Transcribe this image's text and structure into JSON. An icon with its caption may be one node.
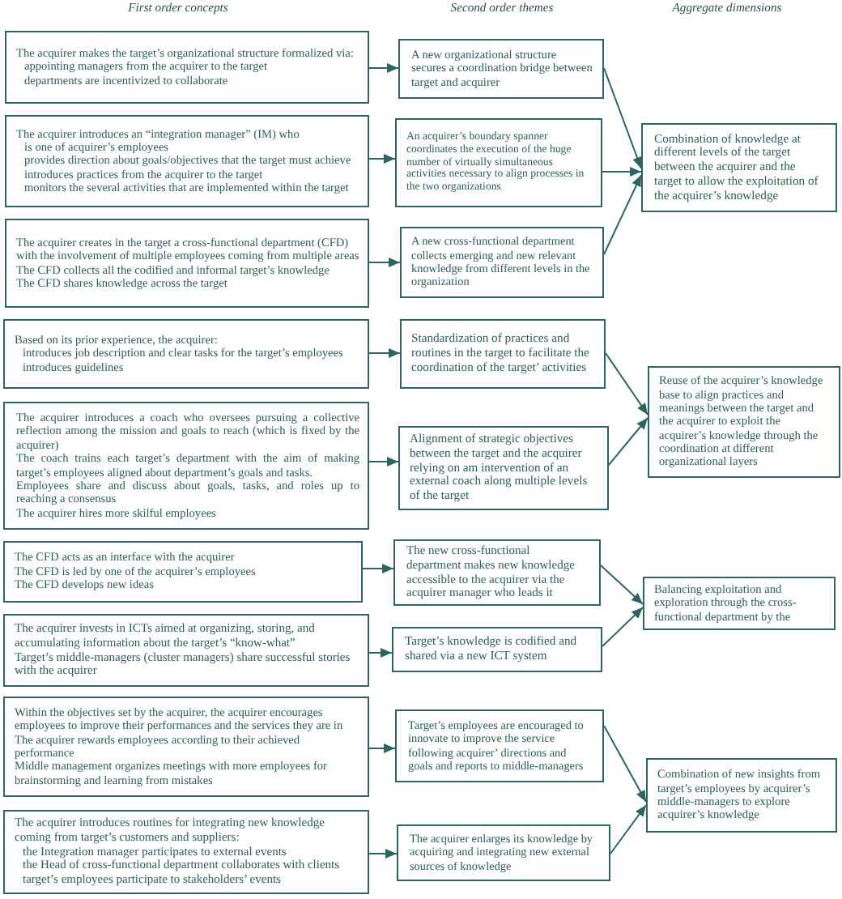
{
  "diagram": {
    "nodes": [
      {
        "text": [
          "The acquirer makes the target’s organizational structure formalized via:",
          "appointing managers from the acquirer to the target",
          "departments are incentivized to collaborate"
        ]
      },
      {
        "text": [
          "The acquirer introduces an “integration manager” (IM) who",
          "is one of acquirer’s employees",
          "provides direction about goals/objectives that the target must achieve",
          "introduces practices from the acquirer to the target",
          "monitors the several activities that are implemented within the target"
        ]
      },
      {
        "text": [
          "The acquirer creates in the target a cross-functional department (CFD) with the involvement of multiple employees coming from multiple areas",
          "The CFD collects all the codified and informal target’s knowledge",
          "The CFD shares knowledge across the target"
        ]
      },
      {
        "text": [
          "Based on its prior experience, the acquirer:",
          "introduces job description and clear tasks for the target’s employees",
          "introduces guidelines"
        ]
      },
      {
        "text": [
          "The acquirer introduces a coach who oversees pursuing a collective reflection among the mission and goals to reach (which is fixed by the acquirer)",
          "The coach trains each target’s department with the aim of making target’s employees aligned about department’s goals and tasks.",
          "Employees share and discuss about goals, tasks, and roles up to reaching a consensus",
          "The acquirer hires more skilful employees"
        ]
      },
      {
        "text": [
          "The CFD acts as an interface with the acquirer",
          "The CFD is led by one of the acquirer’s employees",
          "The CFD develops new ideas"
        ]
      },
      {
        "text": [
          "The acquirer invests in ICTs aimed at organizing, storing, and accumulating information about the target’s “know-what”",
          "Target’s middle-managers (cluster managers) share successful stories with the acquirer"
        ]
      },
      {
        "text": [
          "Within the objectives set by the acquirer, the acquirer encourages employees to improve their performances and the services they are in",
          "The acquirer rewards employees according to their achieved performance",
          "Middle management organizes meetings with more employees for brainstorming and learning from mistakes"
        ]
      },
      {
        "text": [
          "The acquirer introduces routines for integrating new knowledge coming from target’s customers and suppliers:",
          "the Integration manager participates to external events",
          "the Head of cross-functional department collaborates with clients",
          "target’s employees participate to stakeholders’ events"
        ]
      },
      {
        "text": [
          "A new organizational structure secures a coordination bridge between target and acquirer"
        ]
      },
      {
        "text": [
          "An acquirer’s boundary spanner coordinates the execution of the huge number of virtually simultaneous activities necessary to align processes in the two organizations"
        ]
      },
      {
        "text": [
          "A new cross-functional department collects emerging and new relevant knowledge from different levels in the organization"
        ]
      },
      {
        "text": [
          "Standardization of practices and routines in the target to facilitate the coordination of the target’ activities"
        ]
      },
      {
        "text": [
          "Alignment of strategic objectives between the target and the acquirer relying on am intervention of an external coach along multiple levels of the target"
        ]
      },
      {
        "text": [
          "The new cross-functional department makes new knowledge accessible to the acquirer via the acquirer manager who leads it"
        ]
      },
      {
        "text": [
          "Target’s knowledge is codified and shared via a new ICT system"
        ]
      },
      {
        "text": [
          "Target’s employees are encouraged to innovate to improve the service following acquirer’ directions and goals and reports to middle-managers"
        ]
      },
      {
        "text": [
          "The acquirer enlarges its knowledge by acquiring and integrating new external sources of knowledge"
        ]
      },
      {
        "text": [
          "Combination of knowledge at different levels of the target between the acquirer and the target to allow the exploitation of the acquirer’s knowledge"
        ]
      },
      {
        "text": [
          "Reuse of the acquirer’s knowledge base to align practices and meanings between the target and the acquirer to exploit the acquirer’s knowledge through the coordination at different organizational layers"
        ]
      },
      {
        "text": [
          "Balancing exploitation and exploration through the cross-functional department by the"
        ]
      },
      {
        "text": [
          "Combination of new insights from target’s employees by acquirer’s middle-managers to explore acquirer’s knowledge"
        ]
      }
    ],
    "edges": [
      {
        "from": 0,
        "to": 9,
        "arrow": "to"
      },
      {
        "from": 1,
        "to": 10,
        "arrow": "to"
      },
      {
        "from": 2,
        "to": 11,
        "arrow": "to"
      },
      {
        "from": 3,
        "to": 12,
        "arrow": "to"
      },
      {
        "from": 4,
        "to": 13,
        "arrow": "to"
      },
      {
        "from": 5,
        "to": 14,
        "arrow": "to"
      },
      {
        "from": 6,
        "to": 15,
        "arrow": "to"
      },
      {
        "from": 7,
        "to": 16,
        "arrow": "to"
      },
      {
        "from": 8,
        "to": 17,
        "arrow": "to"
      },
      {
        "from": 9,
        "to": 18,
        "arrow": "to"
      },
      {
        "from": 10,
        "to": 18,
        "arrow": "to"
      },
      {
        "from": 11,
        "to": 18,
        "arrow": "to"
      },
      {
        "from": 12,
        "to": 19,
        "arrow": "to"
      },
      {
        "from": 13,
        "to": 19,
        "arrow": "to"
      },
      {
        "from": 14,
        "to": 20,
        "arrow": "to"
      },
      {
        "from": 15,
        "to": 20,
        "arrow": "to"
      },
      {
        "from": 16,
        "to": 21,
        "arrow": "to"
      },
      {
        "from": 17,
        "to": 21,
        "arrow": "to"
      }
    ],
    "labels": [
      "First order concepts",
      "Second order themes",
      "Aggregate dimensions"
    ]
  }
}
